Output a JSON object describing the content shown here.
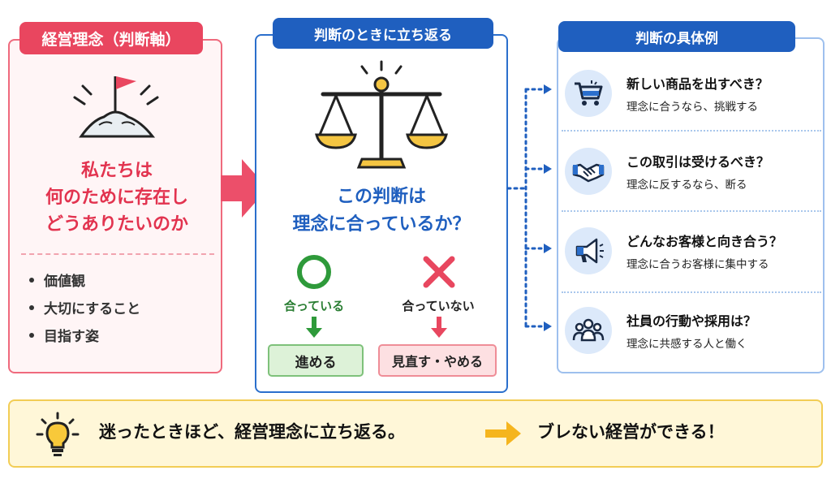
{
  "left": {
    "title": "経営理念（判断軸）",
    "main_lines": [
      "私たちは",
      "何のために存在し",
      "どうありたいのか"
    ],
    "items": [
      "価値観",
      "大切にすること",
      "目指す姿"
    ]
  },
  "center": {
    "title": "判断のときに立ち返る",
    "question_lines": [
      "この判断は",
      "理念に合っているか？"
    ],
    "ok_label": "合っている",
    "ng_label": "合っていない",
    "ok_action": "進める",
    "ng_action": "見直す・やめる"
  },
  "right": {
    "title": "判断の具体例",
    "examples": [
      {
        "icon": "shopping-cart-icon",
        "title": "新しい商品を出すべき？",
        "sub": "理念に合うなら、挑戦する"
      },
      {
        "icon": "handshake-icon",
        "title": "この取引は受けるべき？",
        "sub": "理念に反するなら、断る"
      },
      {
        "icon": "megaphone-icon",
        "title": "どんなお客様と向き合う？",
        "sub": "理念に合うお客様に集中する"
      },
      {
        "icon": "people-icon",
        "title": "社員の行動や採用は？",
        "sub": "理念に共感する人と働く"
      }
    ]
  },
  "banner": {
    "left_text": "迷ったときほど、経営理念に立ち返る。",
    "right_text": "ブレない経営ができる！"
  },
  "colors": {
    "red": "#e9465f",
    "blue": "#1f5fbf",
    "green": "#2e9a3a",
    "yellow": "#f2cd55"
  }
}
